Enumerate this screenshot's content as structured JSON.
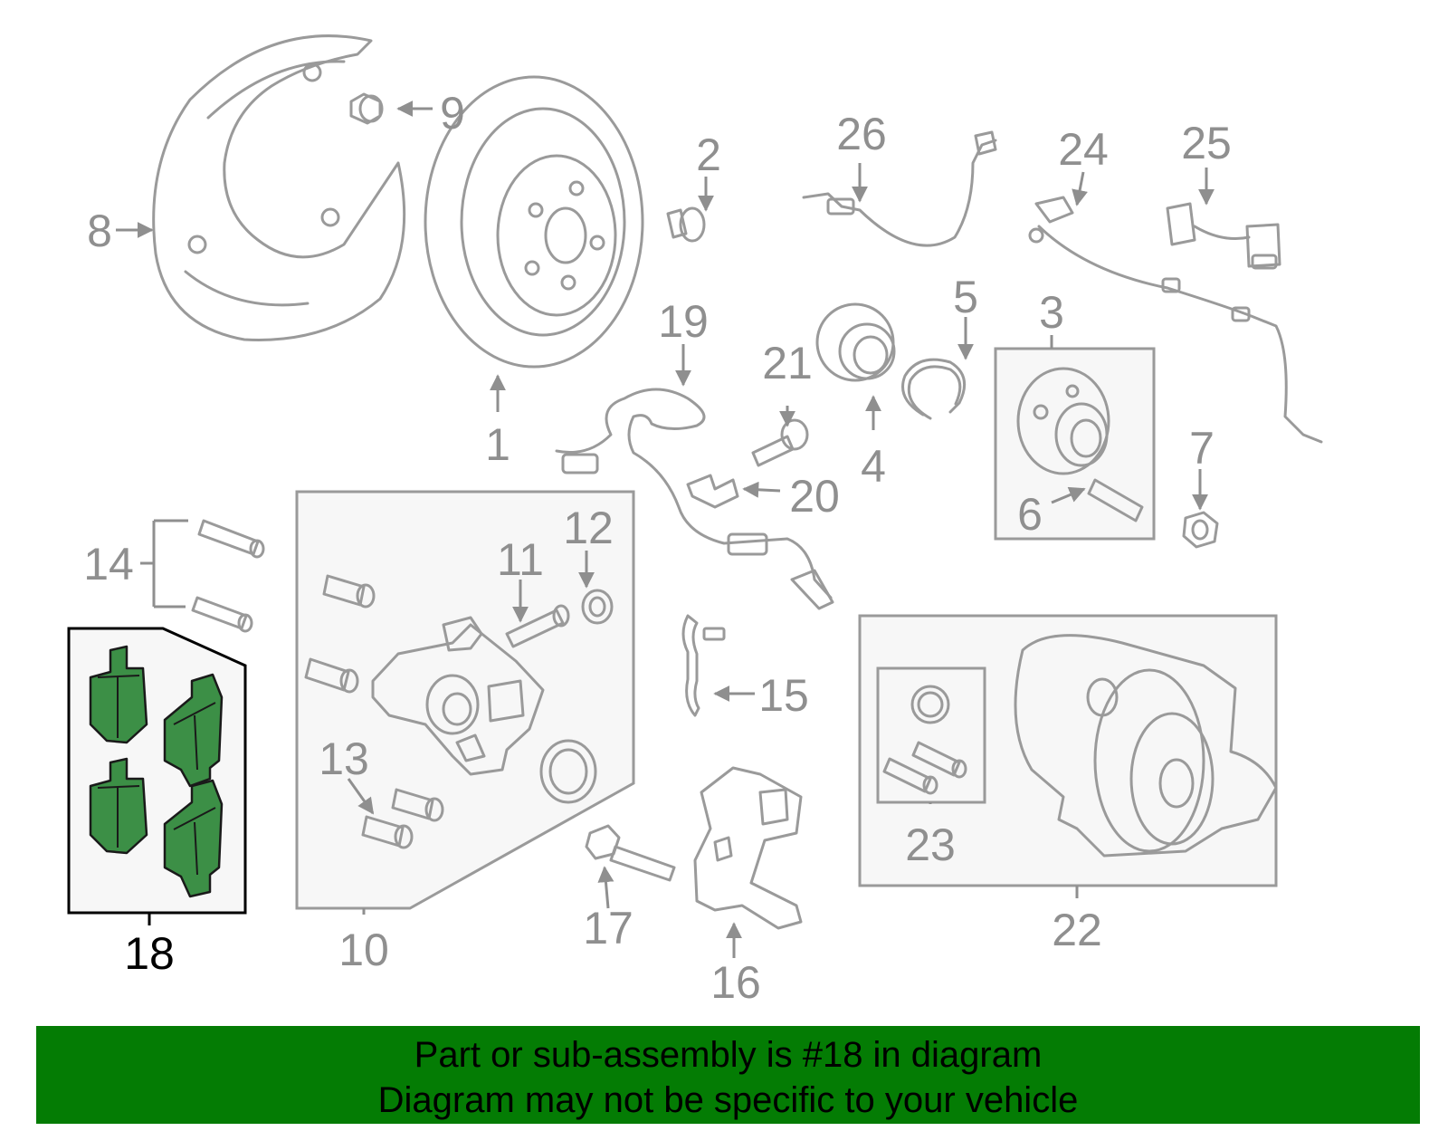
{
  "diagram": {
    "callouts": {
      "c1": "1",
      "c2": "2",
      "c3": "3",
      "c4": "4",
      "c5": "5",
      "c6": "6",
      "c7": "7",
      "c8": "8",
      "c9": "9",
      "c10": "10",
      "c11": "11",
      "c12": "12",
      "c13": "13",
      "c14": "14",
      "c15": "15",
      "c16": "16",
      "c17": "17",
      "c18": "18",
      "c19": "19",
      "c20": "20",
      "c21": "21",
      "c22": "22",
      "c23": "23",
      "c24": "24",
      "c25": "25",
      "c26": "26"
    },
    "highlighted_part": "18",
    "colors": {
      "part_outline": "#9a9a9a",
      "callout_text": "#8f8f8f",
      "highlight_fill": "#3c8f46",
      "highlight_outline": "#1a1a1a",
      "banner_background": "#047c04"
    }
  },
  "banner": {
    "line1": "Part or sub-assembly is #18 in diagram",
    "line2": "Diagram may not be specific to your vehicle"
  }
}
